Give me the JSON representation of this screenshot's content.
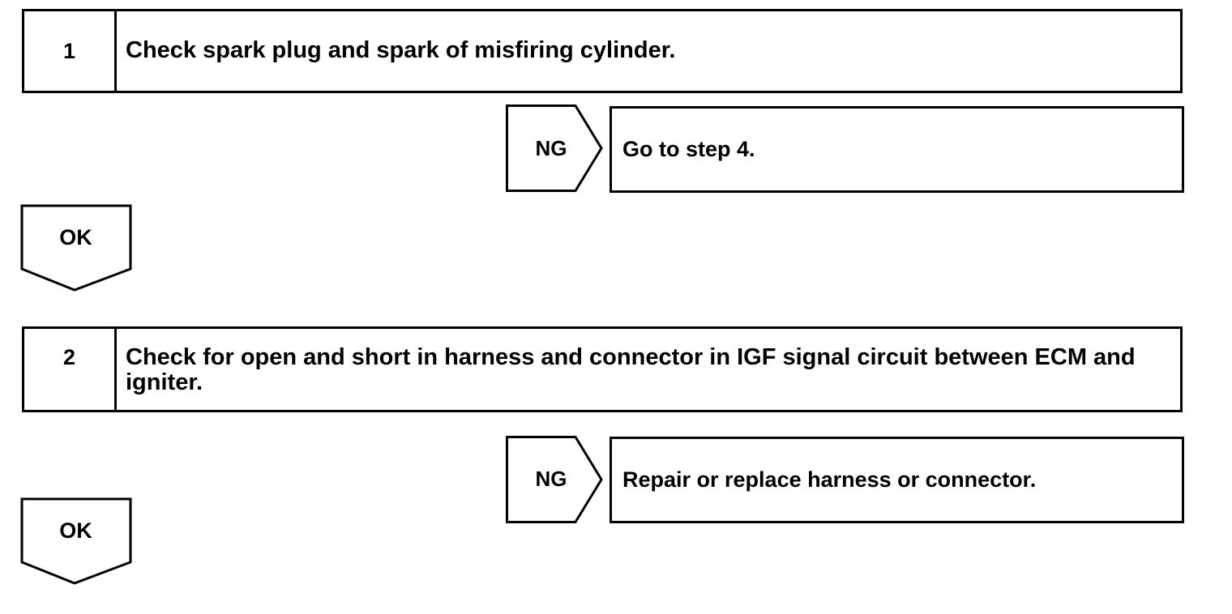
{
  "steps": [
    {
      "number": "1",
      "text": "Check spark plug and spark of misfiring cylinder.",
      "ng_label": "NG",
      "ng_action": "Go to step 4.",
      "ok_label": "OK"
    },
    {
      "number": "2",
      "text": "Check for open and short in harness and connector in IGF signal circuit between ECM and igniter.",
      "ng_label": "NG",
      "ng_action": "Repair or replace harness or connector.",
      "ok_label": "OK"
    }
  ],
  "colors": {
    "line": "#000000",
    "background": "#ffffff"
  }
}
